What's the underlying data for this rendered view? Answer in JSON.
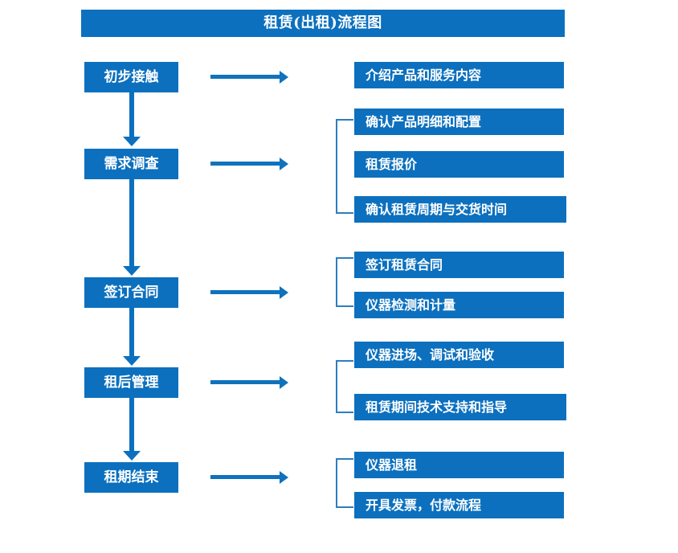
{
  "title": {
    "text": "租赁(出租)流程图"
  },
  "colors": {
    "box_blue": "#0C70BE",
    "arrow_blue": "#1072BC",
    "bracket_blue": "#2E7DC0",
    "text_white": "#FFFFFF",
    "background": "#FFFFFF"
  },
  "stages": [
    {
      "label": "初步接触"
    },
    {
      "label": "需求调查"
    },
    {
      "label": "签订合同"
    },
    {
      "label": "租后管理"
    },
    {
      "label": "租期结束"
    }
  ],
  "details": [
    {
      "label": "介绍产品和服务内容"
    },
    {
      "label": "确认产品明细和配置"
    },
    {
      "label": "租赁报价"
    },
    {
      "label": "确认租赁周期与交货时间"
    },
    {
      "label": "签订租赁合同"
    },
    {
      "label": "仪器检测和计量"
    },
    {
      "label": "仪器进场、调试和验收"
    },
    {
      "label": "租赁期间技术支持和指导"
    },
    {
      "label": "仪器退租"
    },
    {
      "label": "开具发票，付款流程"
    }
  ],
  "chart_data": {
    "type": "diagram",
    "title": "租赁(出租)流程图",
    "diagram_kind": "flowchart",
    "orientation": "vertical-with-branches",
    "stage_count": 5,
    "detail_count": 10,
    "nodes": [
      {
        "stage": "初步接触",
        "details": [
          "介绍产品和服务内容"
        ],
        "bracketed": false
      },
      {
        "stage": "需求调查",
        "details": [
          "确认产品明细和配置",
          "租赁报价",
          "确认租赁周期与交货时间"
        ],
        "bracketed": true
      },
      {
        "stage": "签订合同",
        "details": [
          "签订租赁合同",
          "仪器检测和计量"
        ],
        "bracketed": true
      },
      {
        "stage": "租后管理",
        "details": [
          "仪器进场、调试和验收",
          "租赁期间技术支持和指导"
        ],
        "bracketed": true
      },
      {
        "stage": "租期结束",
        "details": [
          "仪器退租",
          "开具发票，付款流程"
        ],
        "bracketed": true
      }
    ],
    "edges": [
      {
        "from": "初步接触",
        "to": "需求调查",
        "kind": "vertical-arrow"
      },
      {
        "from": "需求调查",
        "to": "签订合同",
        "kind": "vertical-arrow"
      },
      {
        "from": "签订合同",
        "to": "租后管理",
        "kind": "vertical-arrow"
      },
      {
        "from": "租后管理",
        "to": "租期结束",
        "kind": "vertical-arrow"
      },
      {
        "from": "初步接触",
        "to": "介绍产品和服务内容",
        "kind": "horizontal-arrow"
      },
      {
        "from": "需求调查",
        "to": "确认产品明细和配置",
        "kind": "horizontal-arrow"
      },
      {
        "from": "签订合同",
        "to": "签订租赁合同",
        "kind": "horizontal-arrow"
      },
      {
        "from": "租后管理",
        "to": "仪器进场、调试和验收",
        "kind": "horizontal-arrow"
      },
      {
        "from": "租期结束",
        "to": "仪器退租",
        "kind": "horizontal-arrow"
      }
    ]
  }
}
